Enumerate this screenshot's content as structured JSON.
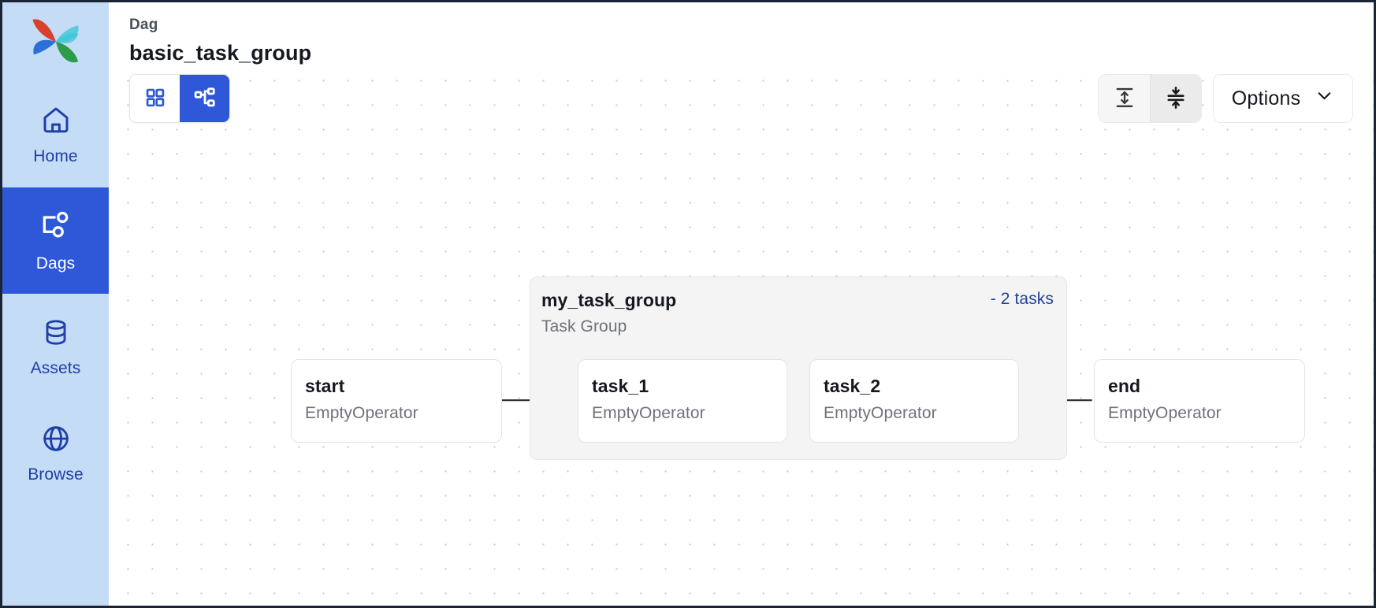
{
  "app": {
    "logo_icon": "airflow-pinwheel-logo",
    "accent_color": "#2f58d9",
    "sidebar_bg": "#c5dcf7",
    "sidebar_text": "#1f3fa8"
  },
  "sidebar": {
    "items": [
      {
        "label": "Home",
        "icon": "home-icon",
        "active": false
      },
      {
        "label": "Dags",
        "icon": "dag-icon",
        "active": true
      },
      {
        "label": "Assets",
        "icon": "database-icon",
        "active": false
      },
      {
        "label": "Browse",
        "icon": "globe-icon",
        "active": false
      }
    ]
  },
  "header": {
    "breadcrumb": "Dag",
    "title": "basic_task_group"
  },
  "toolbar": {
    "view_toggle": [
      {
        "name": "grid-view",
        "icon": "grid-icon",
        "active": false
      },
      {
        "name": "graph-view",
        "icon": "graph-icon",
        "active": true
      }
    ],
    "expand_button": {
      "label": "",
      "icon": "expand-vertical-icon"
    },
    "collapse_button": {
      "label": "",
      "icon": "collapse-vertical-icon",
      "pressed": true
    },
    "options": {
      "label": "Options",
      "icon": "chevron-down-icon"
    }
  },
  "graph": {
    "task_group": {
      "title": "my_task_group",
      "subtitle": "Task Group",
      "toggle_label": "- 2 tasks",
      "toggle_color": "#24409c",
      "bg": "#f4f4f5"
    },
    "nodes": [
      {
        "id": "start",
        "title": "start",
        "subtitle": "EmptyOperator"
      },
      {
        "id": "task_1",
        "title": "task_1",
        "subtitle": "EmptyOperator"
      },
      {
        "id": "task_2",
        "title": "task_2",
        "subtitle": "EmptyOperator"
      },
      {
        "id": "end",
        "title": "end",
        "subtitle": "EmptyOperator"
      }
    ],
    "edges": [
      {
        "from": "start",
        "to": "task_1"
      },
      {
        "from": "task_1",
        "to": "task_2"
      },
      {
        "from": "task_2",
        "to": "end"
      }
    ]
  }
}
